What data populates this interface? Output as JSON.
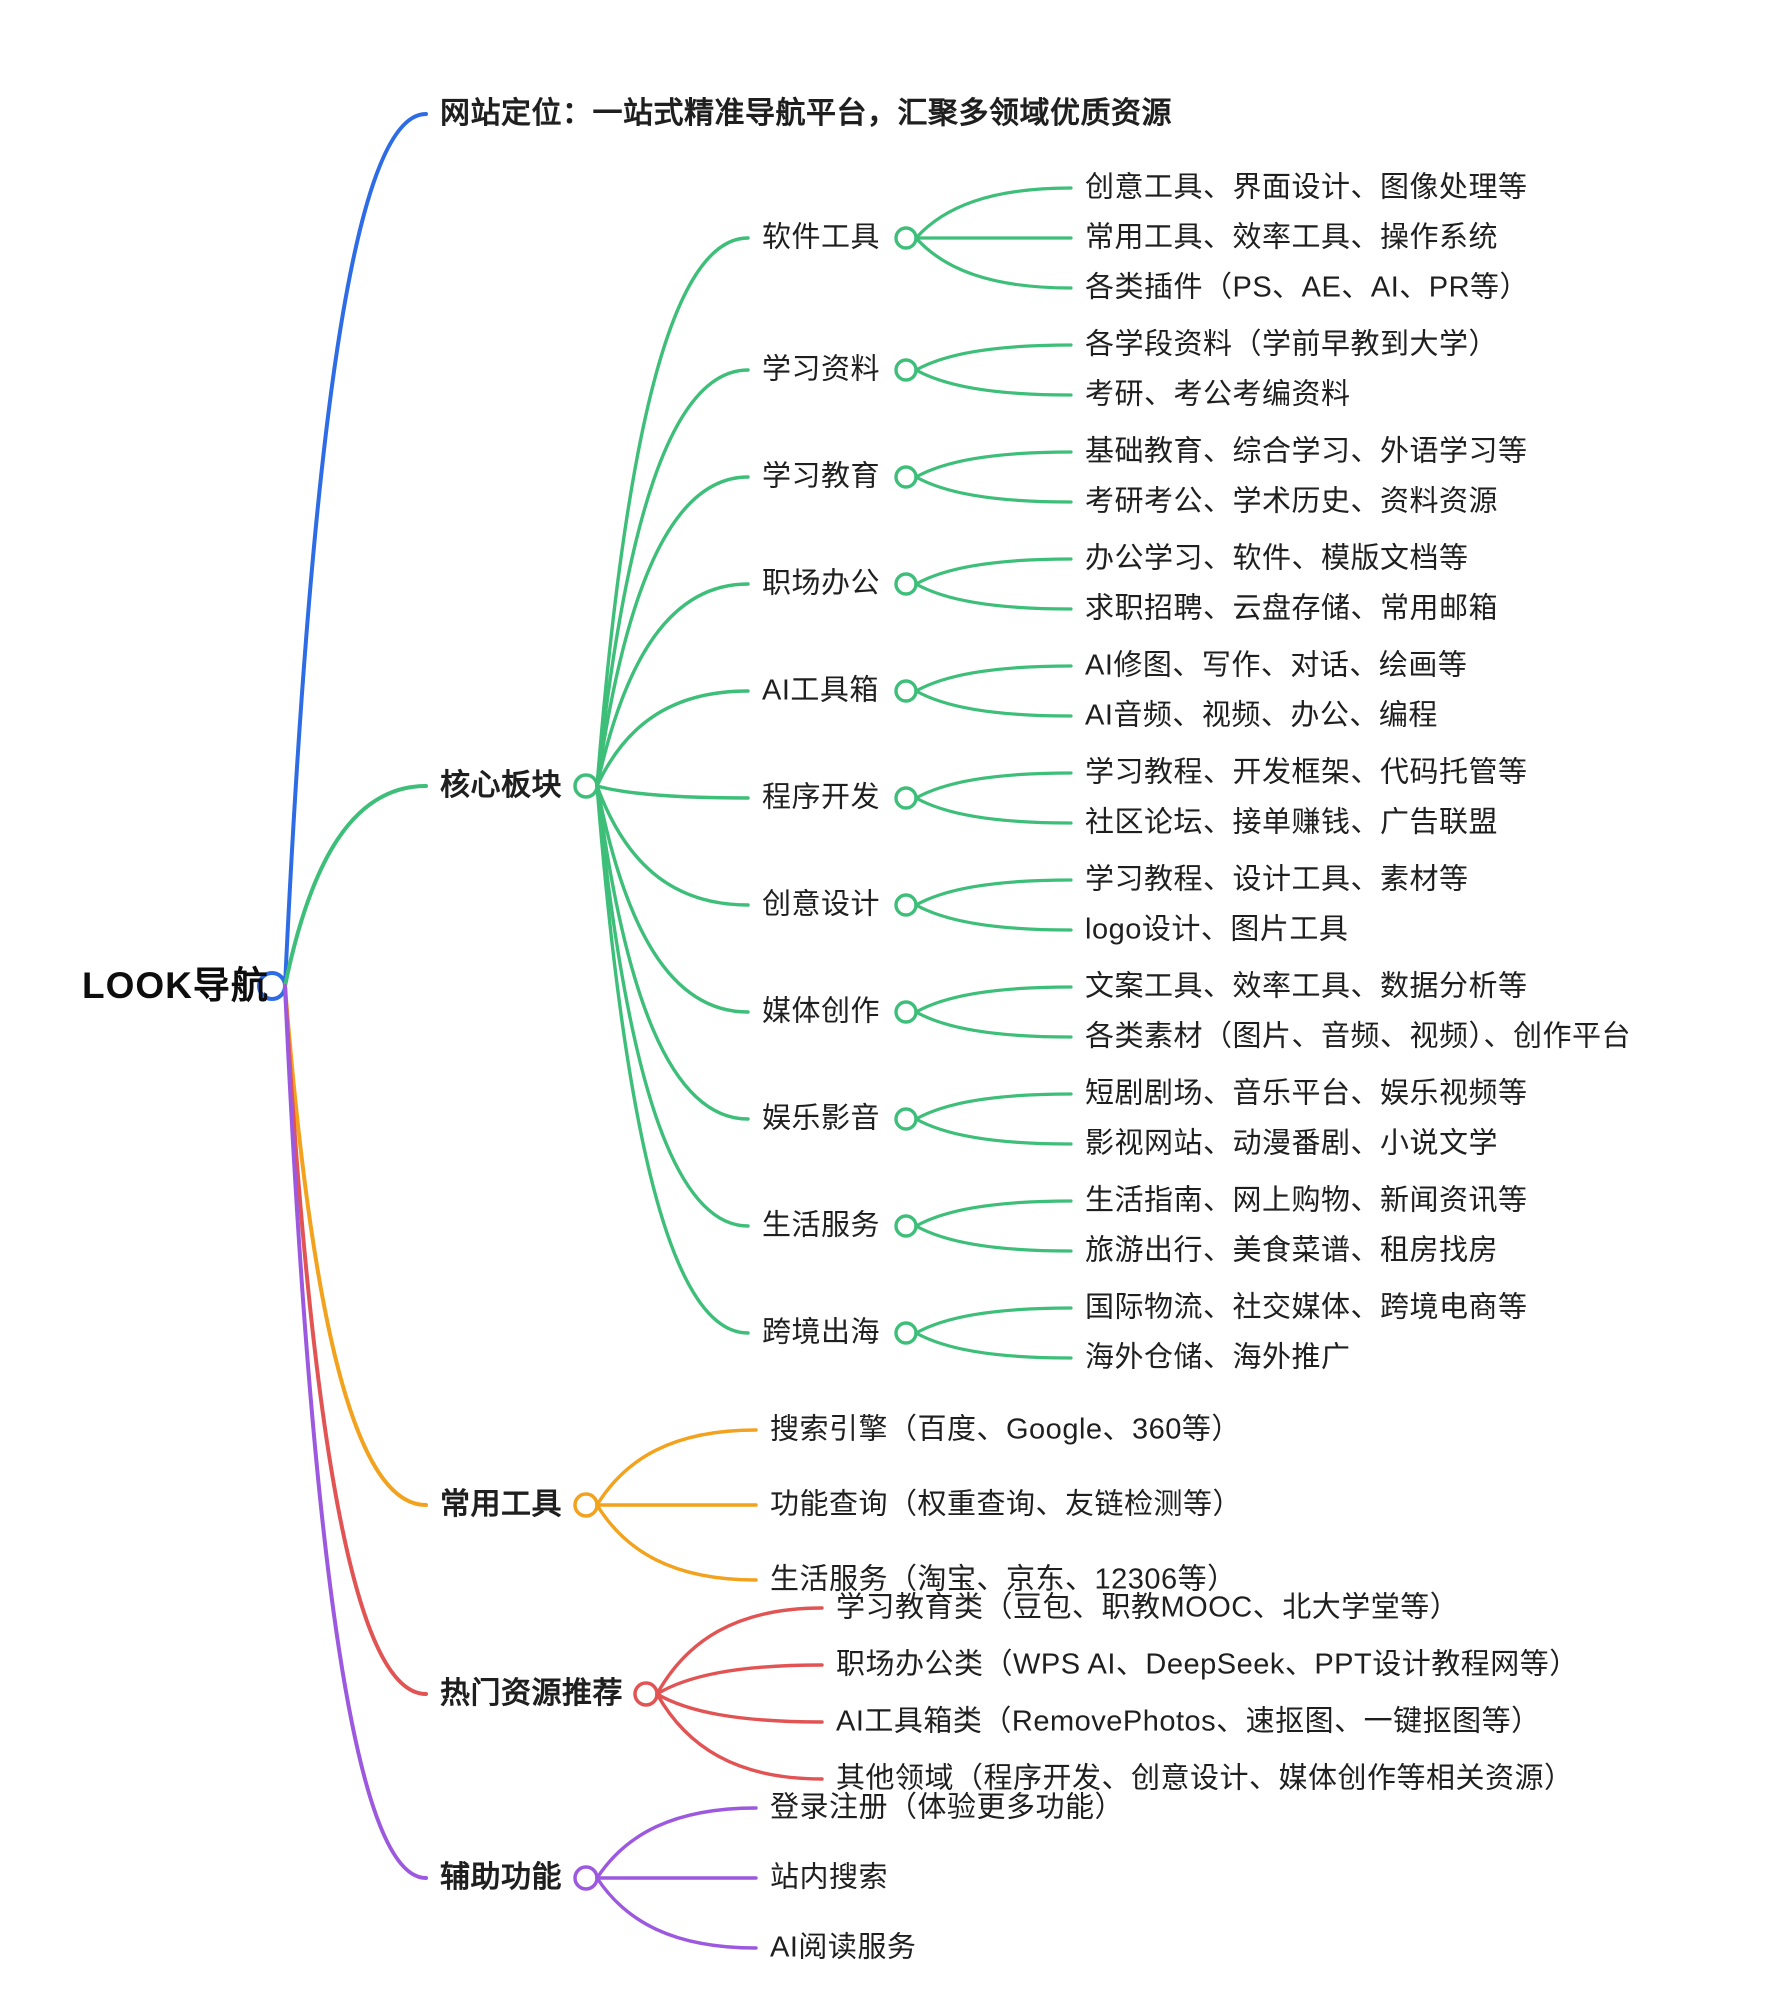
{
  "root": {
    "label": "LOOK导航"
  },
  "colors": {
    "blue": "#2D6CE5",
    "green": "#3DBE79",
    "orange": "#F2A21C",
    "red": "#E25454",
    "purple": "#9C59DF",
    "text": "#1F1F1F"
  },
  "branches": [
    {
      "label": "网站定位：一站式精准导航平台，汇聚多领域优质资源",
      "color": "blue",
      "children": []
    },
    {
      "label": "核心板块",
      "color": "green",
      "children": [
        {
          "label": "软件工具",
          "children": [
            {
              "label": "创意工具、界面设计、图像处理等"
            },
            {
              "label": "常用工具、效率工具、操作系统"
            },
            {
              "label": "各类插件（PS、AE、AI、PR等）"
            }
          ]
        },
        {
          "label": "学习资料",
          "children": [
            {
              "label": "各学段资料（学前早教到大学）"
            },
            {
              "label": "考研、考公考编资料"
            }
          ]
        },
        {
          "label": "学习教育",
          "children": [
            {
              "label": "基础教育、综合学习、外语学习等"
            },
            {
              "label": "考研考公、学术历史、资料资源"
            }
          ]
        },
        {
          "label": "职场办公",
          "children": [
            {
              "label": "办公学习、软件、模版文档等"
            },
            {
              "label": "求职招聘、云盘存储、常用邮箱"
            }
          ]
        },
        {
          "label": "AI工具箱",
          "children": [
            {
              "label": "AI修图、写作、对话、绘画等"
            },
            {
              "label": "AI音频、视频、办公、编程"
            }
          ]
        },
        {
          "label": "程序开发",
          "children": [
            {
              "label": "学习教程、开发框架、代码托管等"
            },
            {
              "label": "社区论坛、接单赚钱、广告联盟"
            }
          ]
        },
        {
          "label": "创意设计",
          "children": [
            {
              "label": "学习教程、设计工具、素材等"
            },
            {
              "label": "logo设计、图片工具"
            }
          ]
        },
        {
          "label": "媒体创作",
          "children": [
            {
              "label": "文案工具、效率工具、数据分析等"
            },
            {
              "label": "各类素材（图片、音频、视频）、创作平台"
            }
          ]
        },
        {
          "label": "娱乐影音",
          "children": [
            {
              "label": "短剧剧场、音乐平台、娱乐视频等"
            },
            {
              "label": "影视网站、动漫番剧、小说文学"
            }
          ]
        },
        {
          "label": "生活服务",
          "children": [
            {
              "label": "生活指南、网上购物、新闻资讯等"
            },
            {
              "label": "旅游出行、美食菜谱、租房找房"
            }
          ]
        },
        {
          "label": "跨境出海",
          "children": [
            {
              "label": "国际物流、社交媒体、跨境电商等"
            },
            {
              "label": "海外仓储、海外推广"
            }
          ]
        }
      ]
    },
    {
      "label": "常用工具",
      "color": "orange",
      "children": [
        {
          "label": "搜索引擎（百度、Google、360等）"
        },
        {
          "label": "功能查询（权重查询、友链检测等）"
        },
        {
          "label": "生活服务（淘宝、京东、12306等）"
        }
      ]
    },
    {
      "label": "热门资源推荐",
      "color": "red",
      "children": [
        {
          "label": "学习教育类（豆包、职教MOOC、北大学堂等）"
        },
        {
          "label": "职场办公类（WPS AI、DeepSeek、PPT设计教程网等）"
        },
        {
          "label": "AI工具箱类（RemovePhotos、速抠图、一键抠图等）"
        },
        {
          "label": "其他领域（程序开发、创意设计、媒体创作等相关资源）"
        }
      ]
    },
    {
      "label": "辅助功能",
      "color": "purple",
      "children": [
        {
          "label": "登录注册（体验更多功能）"
        },
        {
          "label": "站内搜索"
        },
        {
          "label": "AI阅读服务"
        }
      ]
    }
  ]
}
